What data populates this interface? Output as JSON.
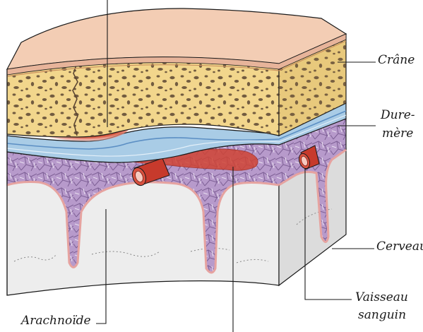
{
  "labels": {
    "crane": "Crâne",
    "dure_mere_line1": "Dure-",
    "dure_mere_line2": "mère",
    "cerveau": "Cerveau",
    "vaisseau_line1": "Vaisseau",
    "vaisseau_line2": "sanguin",
    "arachnoide": "Arachnoïde"
  },
  "colors": {
    "skin": "#f3cdb4",
    "bone": "#f2d68c",
    "bone_pore": "#5c4632",
    "dura": "#a9cce6",
    "dura_edge": "#5c8fc4",
    "arachnoid": "#b79acb",
    "brain": "#ededed",
    "blood": "#d44a3a",
    "leader_line": "#1a1a1a"
  }
}
